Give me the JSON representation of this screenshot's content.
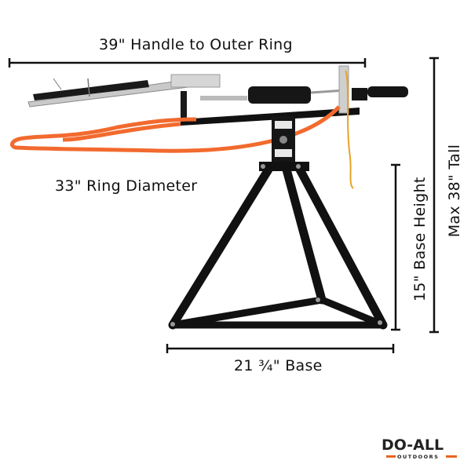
{
  "dimensions": {
    "handle_to_ring": "39\" Handle to Outer Ring",
    "ring_diameter": "33\" Ring Diameter",
    "base_width": "21 ¾\" Base",
    "base_height": "15\" Base Height",
    "max_height": "Max 38\" Tall"
  },
  "brand": {
    "name": "DO-ALL",
    "tagline": "OUTDOORS",
    "accent_color": "#e8641e"
  },
  "product": {
    "frame_color": "#111111",
    "ring_color": "#f26a2e",
    "cord_color": "#e8a326"
  }
}
